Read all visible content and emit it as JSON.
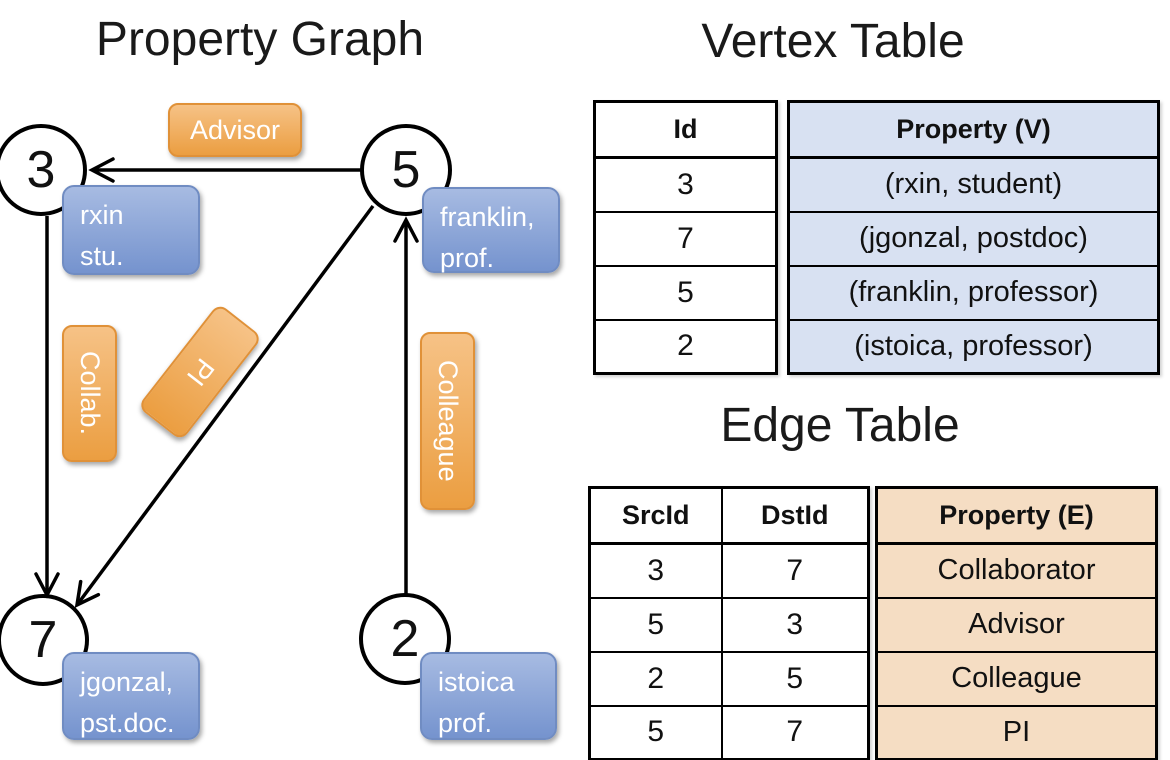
{
  "graph": {
    "title": "Property Graph",
    "nodes": [
      {
        "id": "3"
      },
      {
        "id": "5"
      },
      {
        "id": "7"
      },
      {
        "id": "2"
      }
    ],
    "vertex_labels": [
      {
        "line1": "rxin",
        "line2": "stu."
      },
      {
        "line1": "franklin,",
        "line2": "prof."
      },
      {
        "line1": "jgonzal,",
        "line2": "pst.doc."
      },
      {
        "line1": "istoica",
        "line2": "prof."
      }
    ],
    "edge_labels": [
      {
        "text": "Advisor"
      },
      {
        "text": "Collab."
      },
      {
        "text": "PI"
      },
      {
        "text": "Colleague"
      }
    ]
  },
  "vertex_table": {
    "title": "Vertex Table",
    "headers": {
      "id": "Id",
      "property": "Property (V)"
    },
    "rows": [
      {
        "id": "3",
        "property": "(rxin, student)"
      },
      {
        "id": "7",
        "property": "(jgonzal, postdoc)"
      },
      {
        "id": "5",
        "property": "(franklin, professor)"
      },
      {
        "id": "2",
        "property": "(istoica, professor)"
      }
    ]
  },
  "edge_table": {
    "title": "Edge Table",
    "headers": {
      "src": "SrcId",
      "dst": "DstId",
      "property": "Property (E)"
    },
    "rows": [
      {
        "src": "3",
        "dst": "7",
        "property": "Collaborator"
      },
      {
        "src": "5",
        "dst": "3",
        "property": "Advisor"
      },
      {
        "src": "2",
        "dst": "5",
        "property": "Colleague"
      },
      {
        "src": "5",
        "dst": "7",
        "property": "PI"
      }
    ]
  },
  "colors": {
    "edge_label_orange": "#eb9e41",
    "edge_label_border": "#e09138",
    "vertex_label_blue": "#7593ce",
    "vertex_property_fill": "#d8e1f2",
    "edge_property_fill": "#f5ddc3",
    "line_black": "#000000"
  }
}
